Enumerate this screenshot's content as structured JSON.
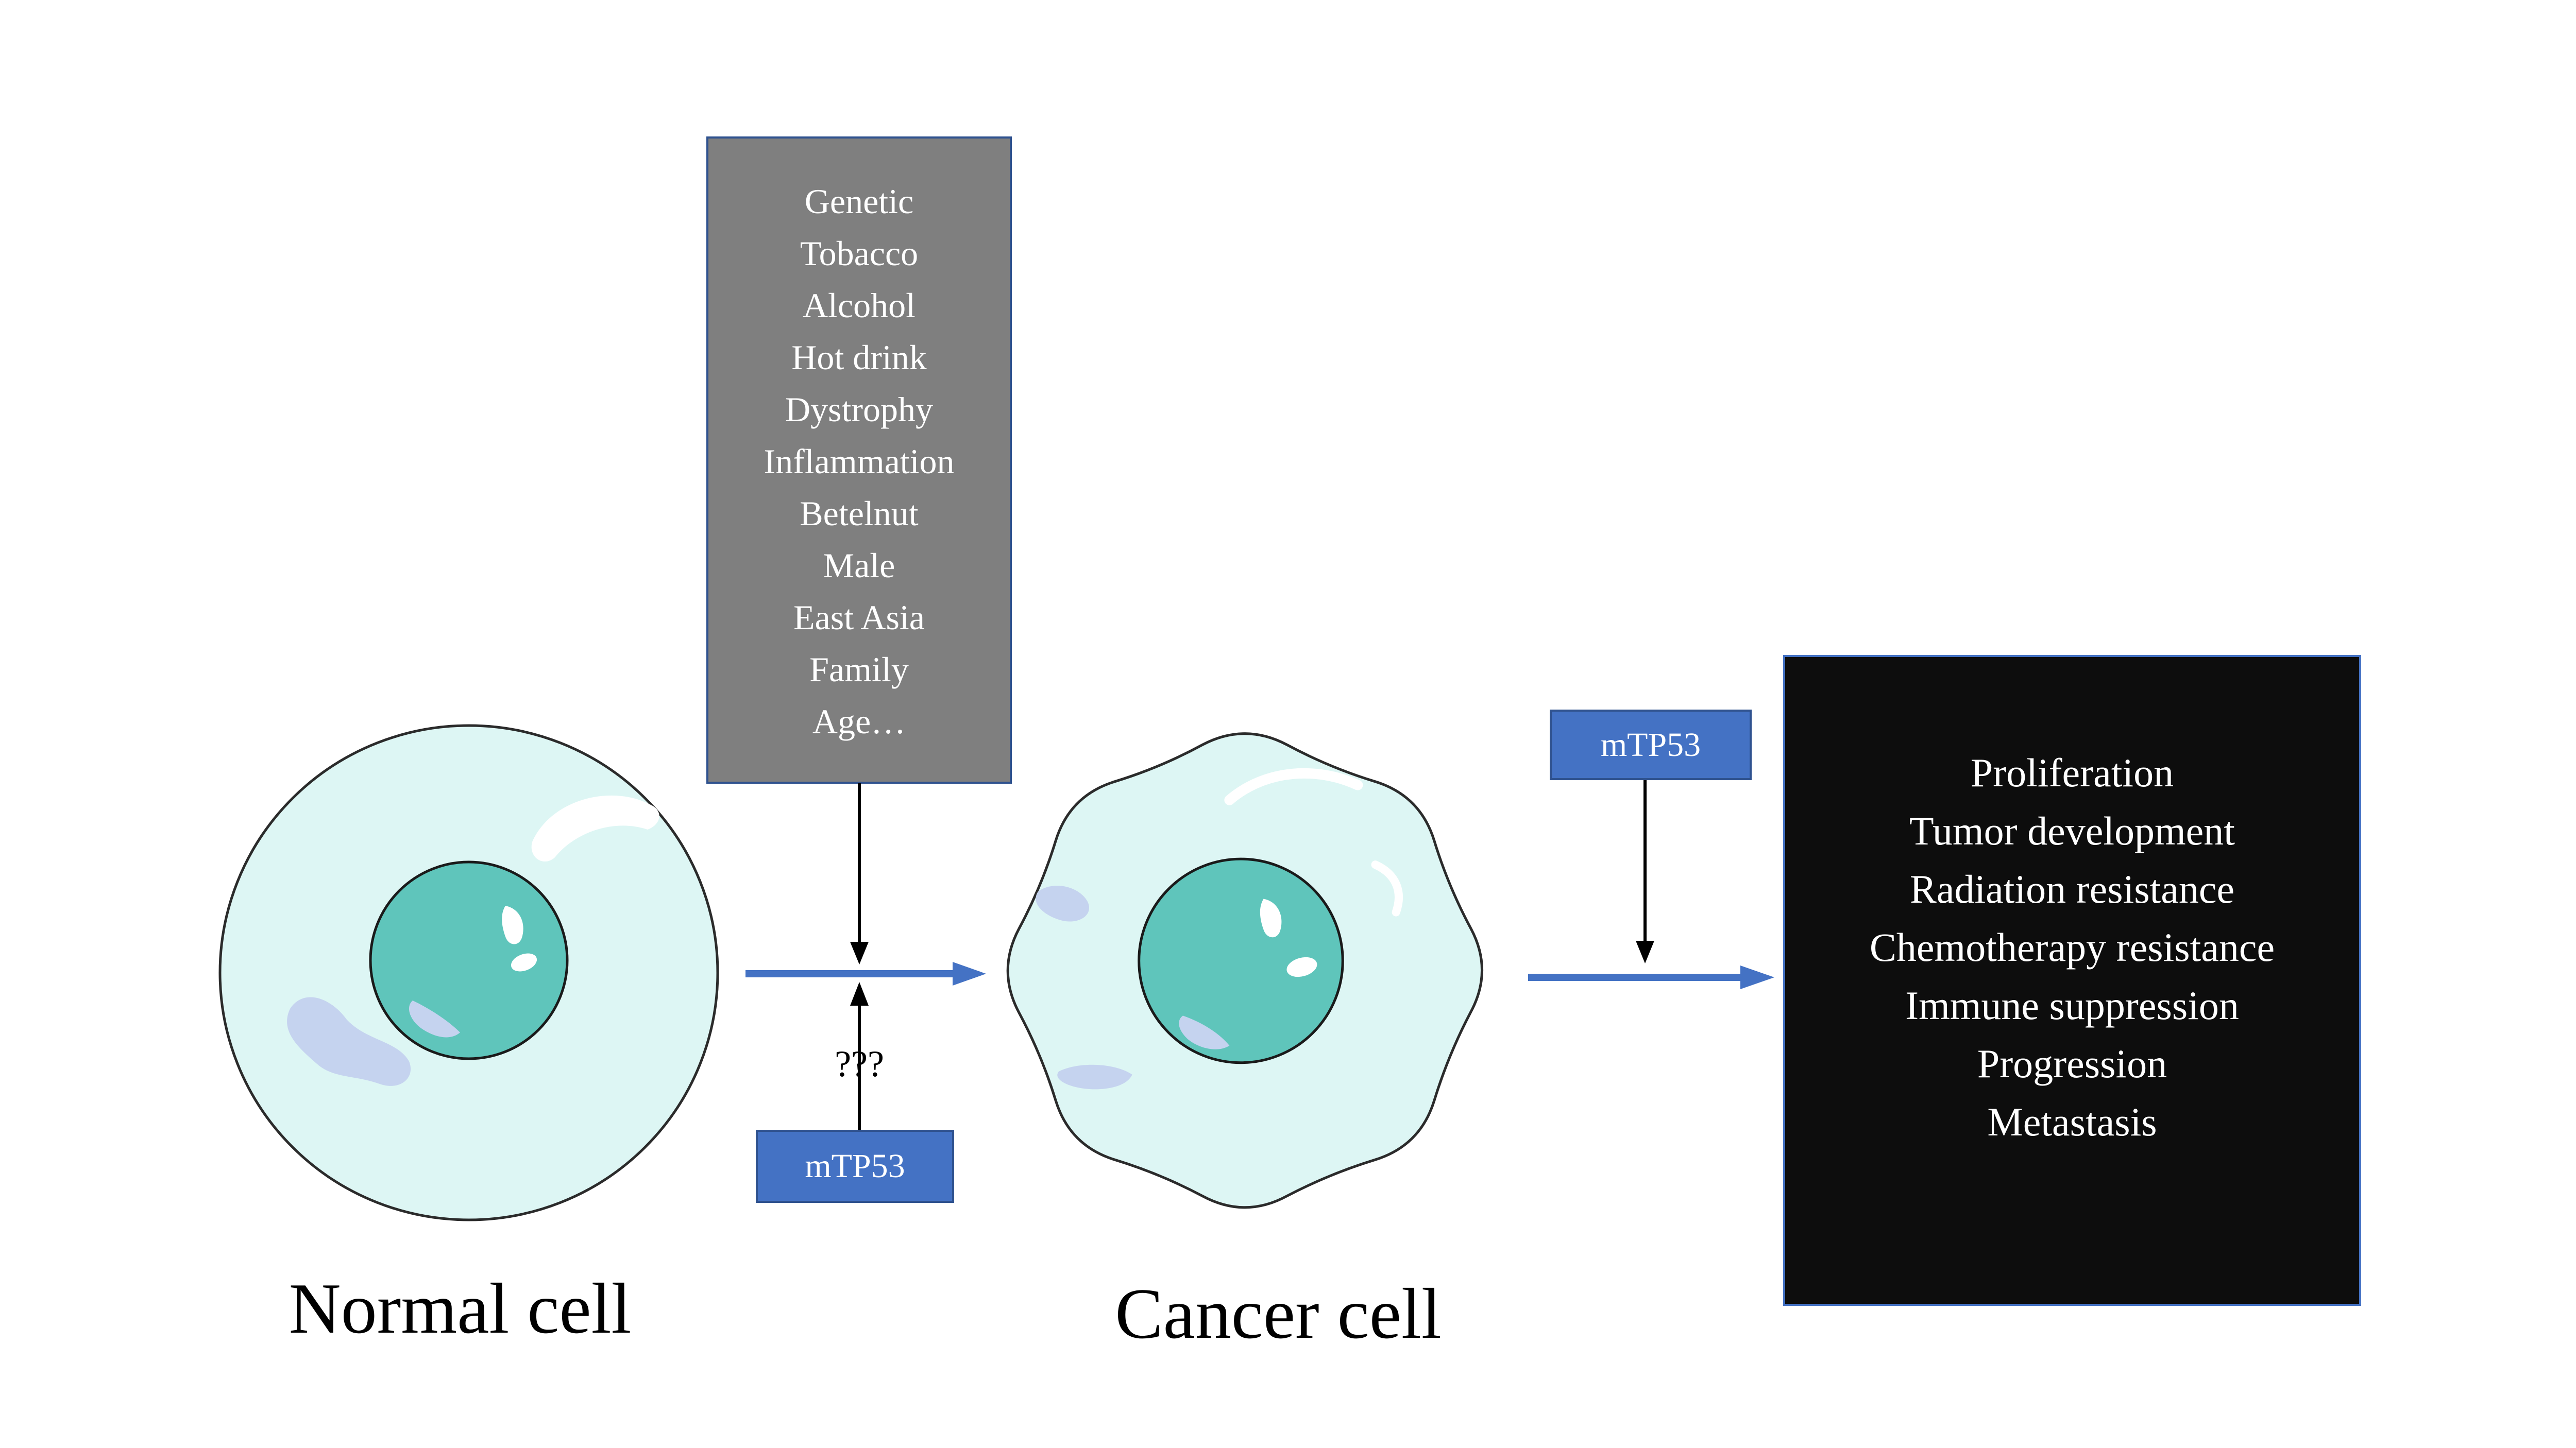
{
  "palette": {
    "accent-blue": "#4472C4",
    "accent-blue-dark": "#2F528F",
    "risk-box-bg": "#7F7F7F",
    "outcome-box-bg": "#0D0D0D",
    "cell-fill": "#DDF6F4",
    "nucleus-fill": "#5FC5BB",
    "cell-outline": "#2B2B2B",
    "organelle-blue": "#C5D3EF",
    "text-light": "#FFFFFF",
    "text-dark": "#000000"
  },
  "risk_box": {
    "items": [
      "Genetic",
      "Tobacco",
      "Alcohol",
      "Hot drink",
      "Dystrophy",
      "Inflammation",
      "Betelnut",
      "Male",
      "East Asia",
      "Family",
      "Age…"
    ]
  },
  "normal_cell": {
    "label": "Normal cell"
  },
  "cancer_cell": {
    "label": "Cancer cell"
  },
  "transition_1": {
    "unknown_marker": "???",
    "mtp53_label": "mTP53"
  },
  "transition_2": {
    "mtp53_label": "mTP53"
  },
  "outcome_box": {
    "items": [
      "Proliferation",
      "Tumor development",
      "Radiation resistance",
      "Chemotherapy resistance",
      "Immune suppression",
      "Progression",
      "Metastasis"
    ]
  }
}
